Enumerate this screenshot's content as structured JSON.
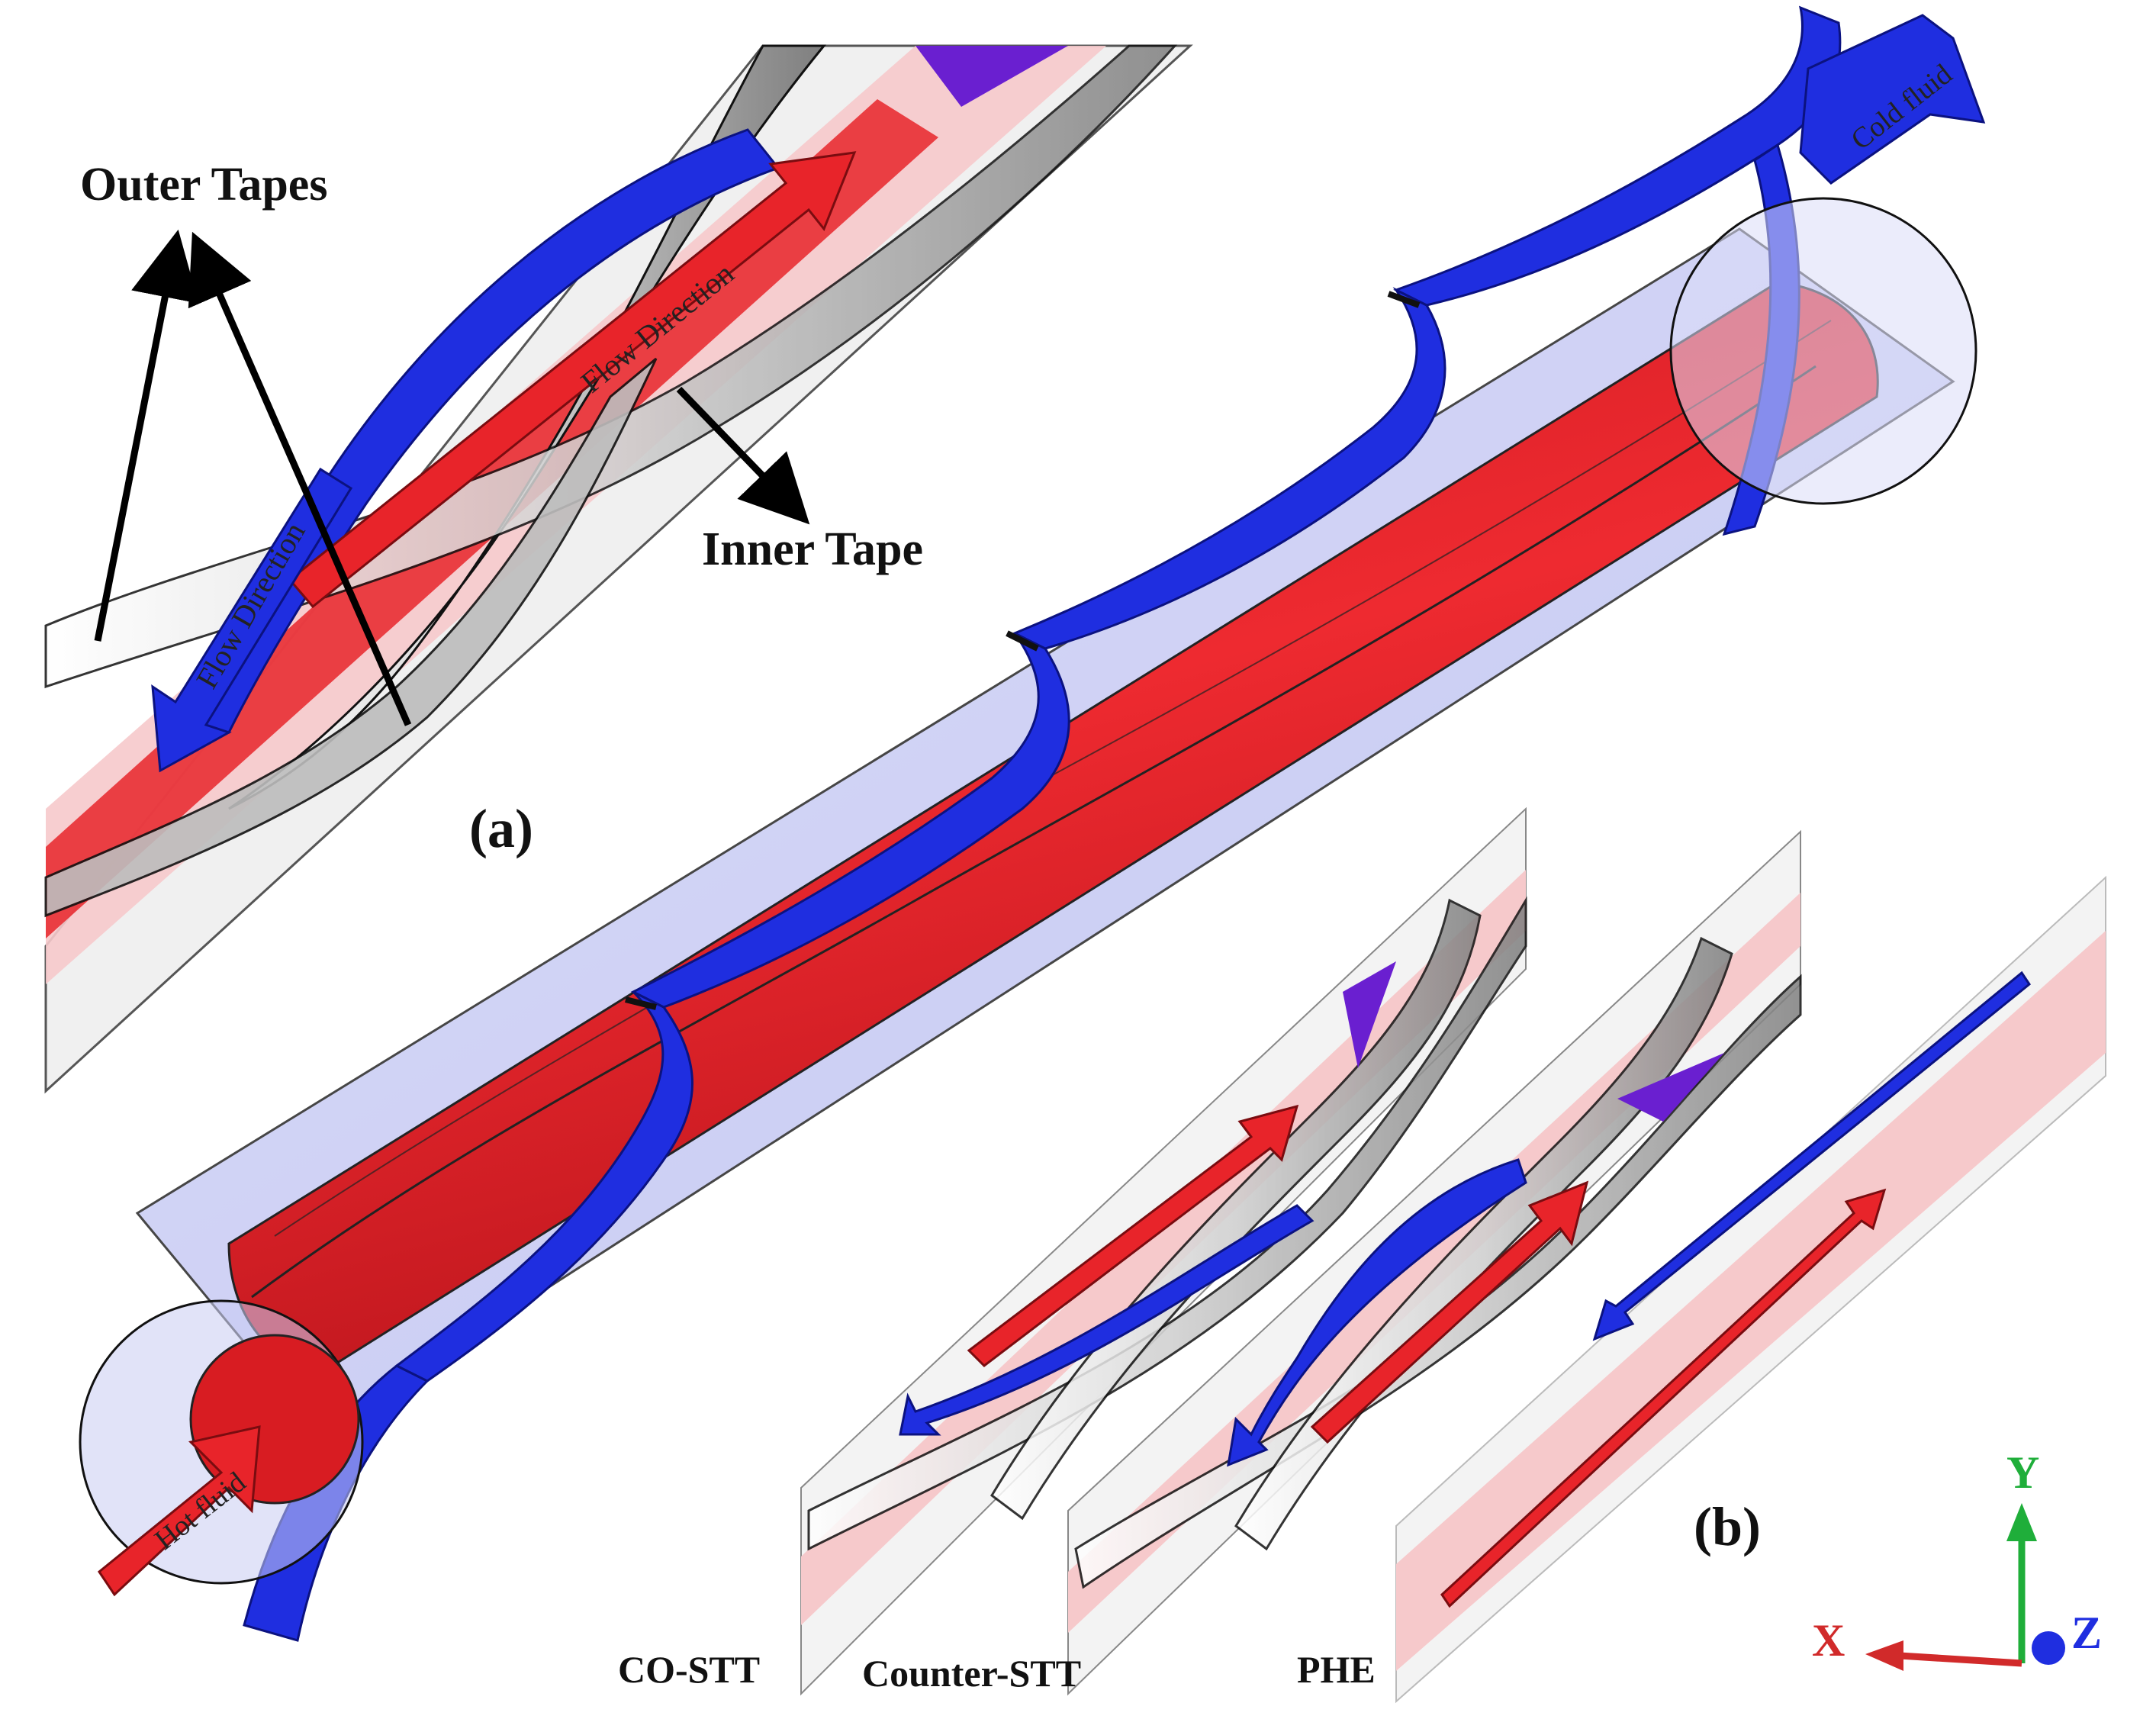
{
  "panels": {
    "a": {
      "label": "(a)",
      "callouts": {
        "outer_tapes": "Outer Tapes",
        "inner_tape": "Inner Tape"
      },
      "arrows": {
        "flow_direction_hot": "Flow Direction",
        "flow_direction_cold": "Flow Direction"
      },
      "inlets": {
        "hot": "Hot fluid",
        "cold": "Cold fluid"
      }
    },
    "b": {
      "label": "(b)",
      "configurations": [
        "CO-STT",
        "Counter-STT",
        "PHE"
      ]
    }
  },
  "axes_triad": {
    "x": "X",
    "y": "Y",
    "z": "Z"
  },
  "colors": {
    "hot": "#e8242a",
    "hot_dark": "#a9141a",
    "cold": "#1f2ee0",
    "cold_dark": "#101a8a",
    "outer_shell": "#c9ccf3",
    "annulus_light": "#f6c9cb",
    "tape_gray": "#cfcfcf",
    "axis_x": "#d12a2a",
    "axis_y": "#1fae3a",
    "axis_z": "#1f2ee0"
  }
}
